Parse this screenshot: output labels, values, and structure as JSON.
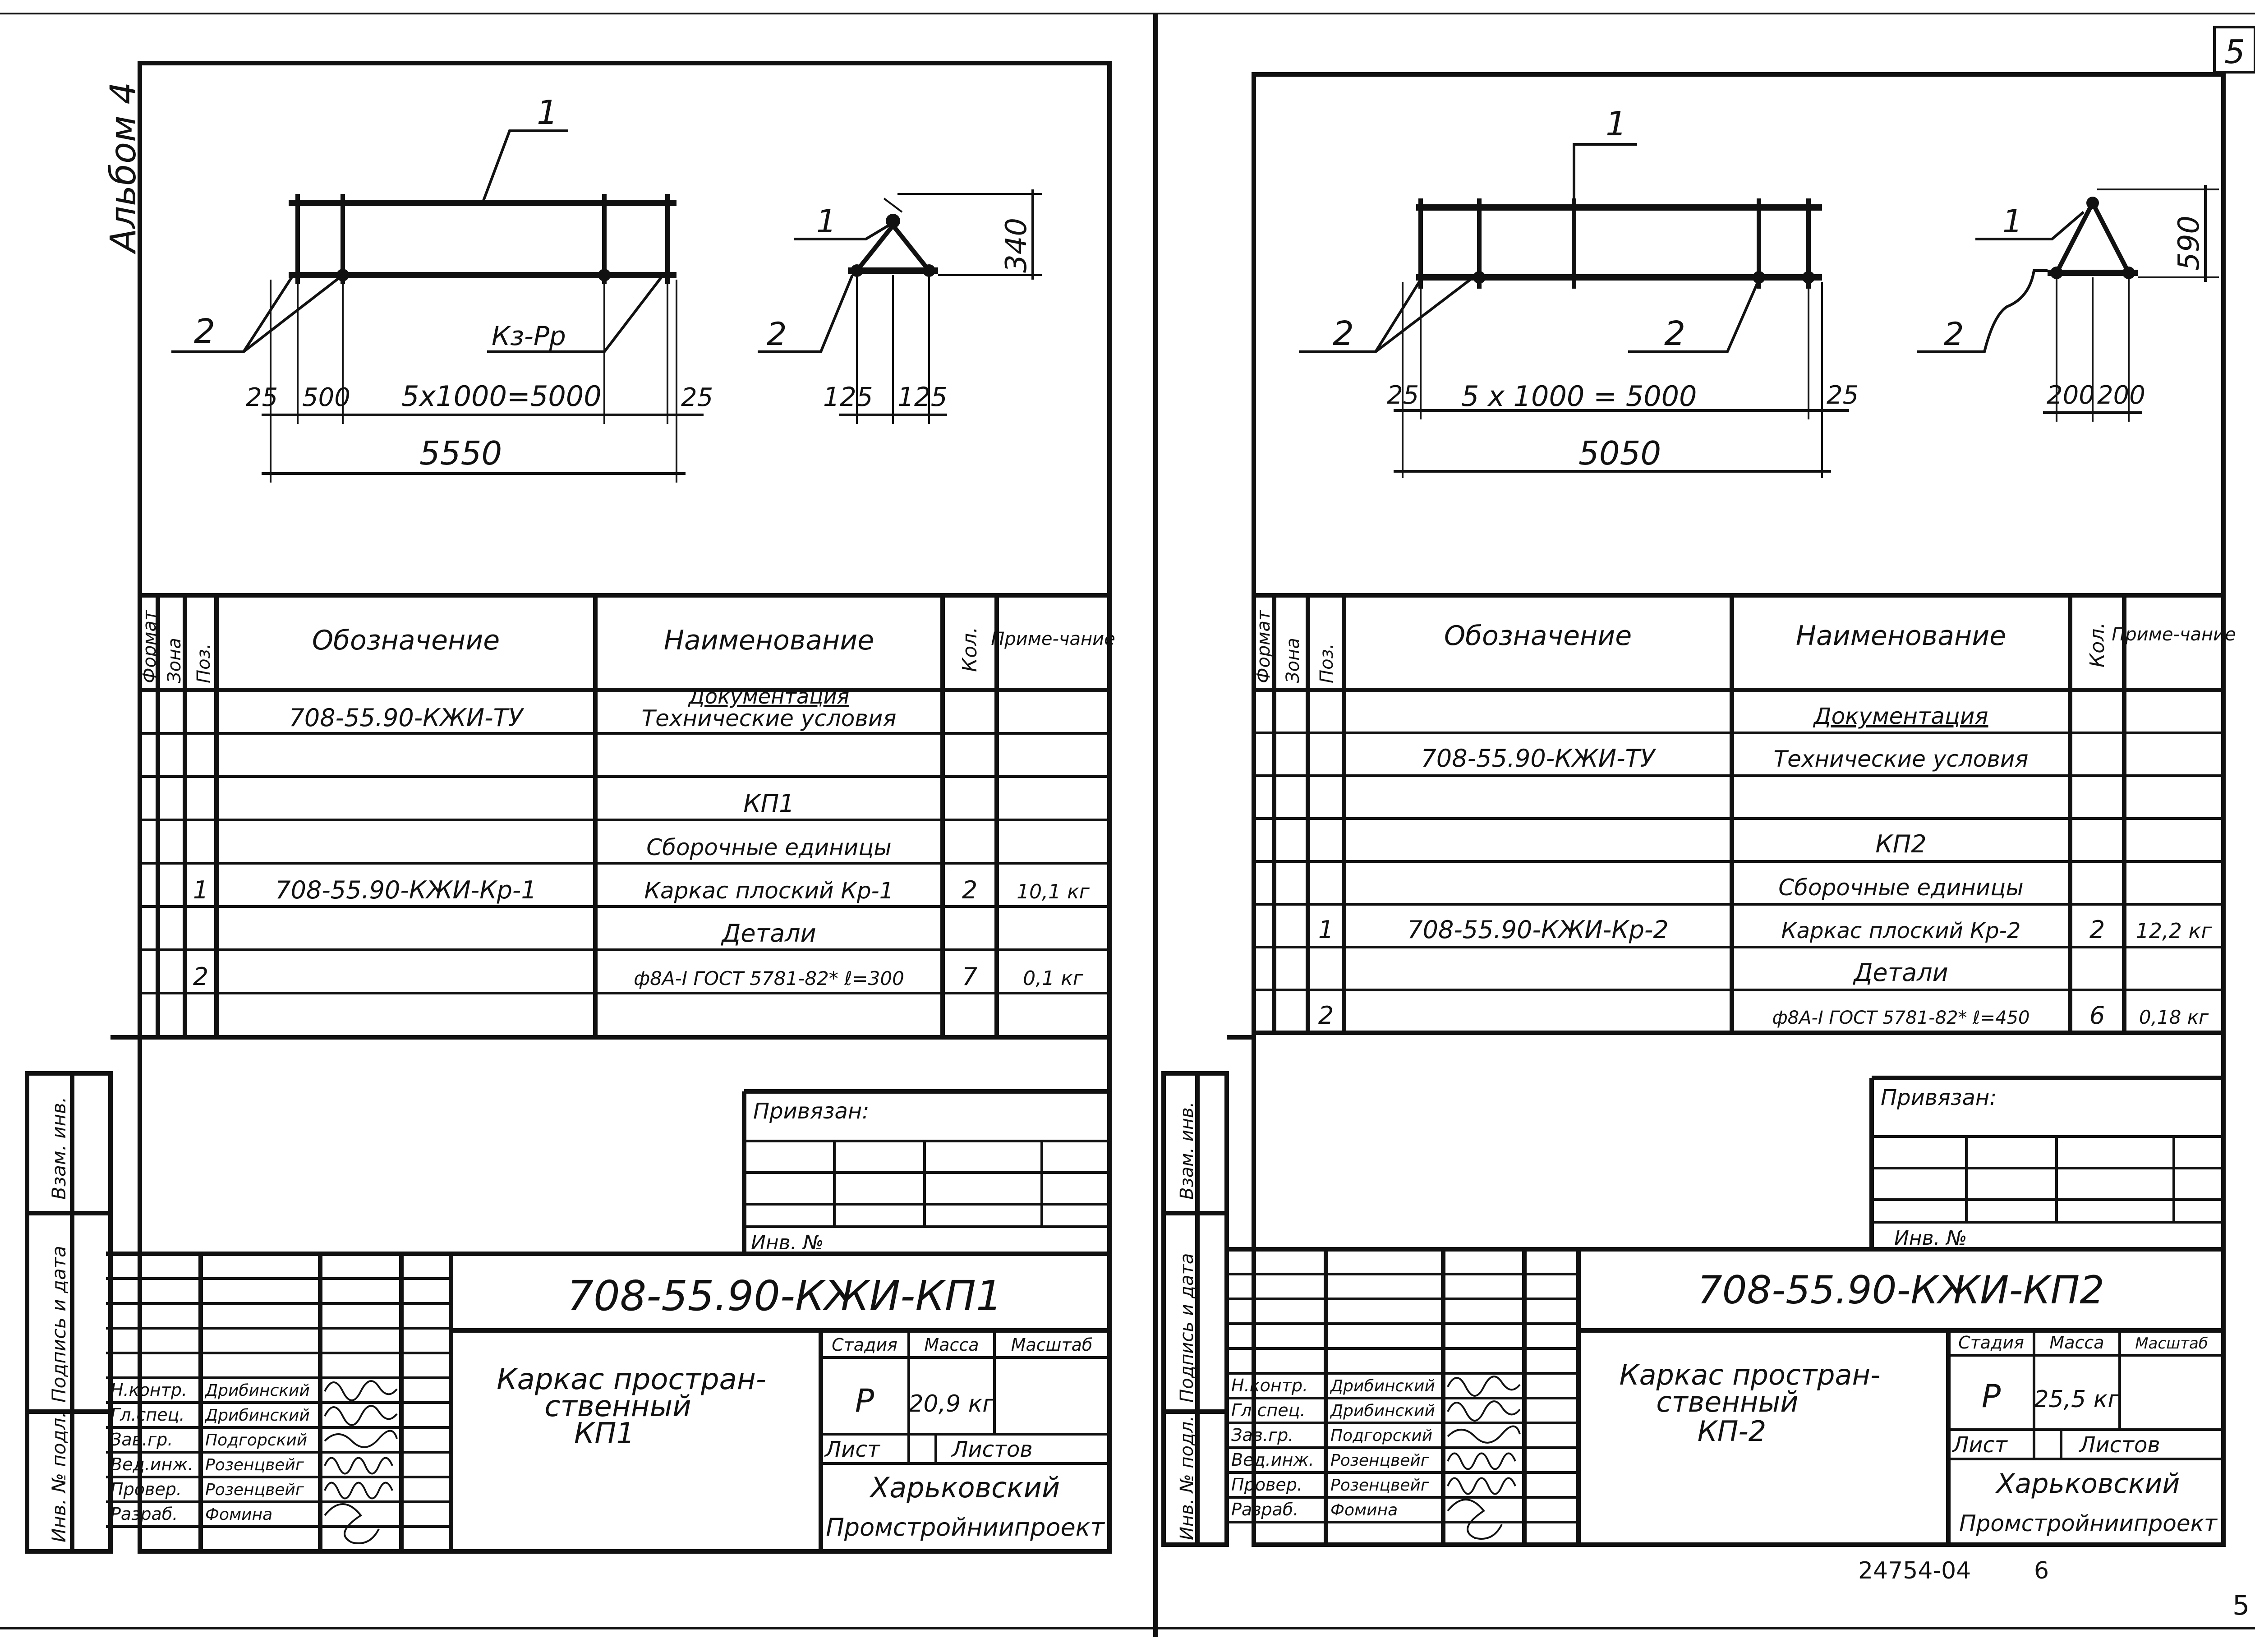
{
  "page_number": "5",
  "album_label": "Альбом 4",
  "bottom_code": "24754-04",
  "bottom_sheet": "6",
  "left": {
    "drawing": {
      "pos1": "1",
      "pos2": "2",
      "weld_mark": "Кз-Рр",
      "dim_25a": "25",
      "dim_500": "500",
      "dim_chain": "5x1000=5000",
      "dim_25b": "25",
      "dim_total": "5550",
      "sec_pos1": "1",
      "sec_pos2": "2",
      "dim_h": "340",
      "dim_w1": "125",
      "dim_w2": "125"
    },
    "spec": {
      "headers": {
        "format": "Формат",
        "zone": "Зона",
        "pos": "Поз.",
        "designation": "Обозначение",
        "name": "Наименование",
        "qty": "Кол.",
        "note": "Приме-чание"
      },
      "rows": [
        {
          "pos": "",
          "designation": "",
          "name": "Документация",
          "qty": "",
          "note": ""
        },
        {
          "pos": "",
          "designation": "708-55.90-КЖИ-ТУ",
          "name": "Технические условия",
          "qty": "",
          "note": ""
        },
        {
          "pos": "",
          "designation": "",
          "name": "",
          "qty": "",
          "note": ""
        },
        {
          "pos": "",
          "designation": "",
          "name": "КП1",
          "qty": "",
          "note": ""
        },
        {
          "pos": "",
          "designation": "",
          "name": "Сборочные единицы",
          "qty": "",
          "note": ""
        },
        {
          "pos": "1",
          "designation": "708-55.90-КЖИ-Кр-1",
          "name": "Каркас плоский Кр-1",
          "qty": "2",
          "note": "10,1 кг"
        },
        {
          "pos": "",
          "designation": "",
          "name": "Детали",
          "qty": "",
          "note": ""
        },
        {
          "pos": "2",
          "designation": "",
          "name": "ф8А-I ГОСТ 5781-82* ℓ=300",
          "qty": "7",
          "note": "0,1 кг"
        }
      ]
    },
    "side_labels": {
      "replace_inv": "Взам. инв.",
      "signature_date": "Подпись и дата",
      "inv_orig": "Инв. № подл."
    },
    "privyazan": {
      "title": "Привязан:",
      "inv": "Инв. №"
    },
    "title_block": {
      "doc_code": "708-55.90-КЖИ-КП1",
      "object_name_1": "Каркас простран-",
      "object_name_2": "ственный",
      "object_name_3": "КП1",
      "roles": [
        {
          "role": "Н.контр.",
          "name": "Дрибинский"
        },
        {
          "role": "Гл.спец.",
          "name": "Дрибинский"
        },
        {
          "role": "Зав.гр.",
          "name": "Подгорский"
        },
        {
          "role": "Вед.инж.",
          "name": "Розенцвейг"
        },
        {
          "role": "Провер.",
          "name": "Розенцвейг"
        },
        {
          "role": "Разраб.",
          "name": "Фомина"
        }
      ],
      "stage_h": "Стадия",
      "mass_h": "Масса",
      "scale_h": "Масштаб",
      "stage": "Р",
      "mass": "20,9 кг",
      "scale": "",
      "sheet_h": "Лист",
      "sheets_h": "Листов",
      "org_1": "Харьковский",
      "org_2": "Промстройниипроект"
    }
  },
  "right": {
    "drawing": {
      "pos1": "1",
      "pos2": "2",
      "pos2b": "2",
      "dim_25a": "25",
      "dim_chain": "5 x 1000 = 5000",
      "dim_25b": "25",
      "dim_total": "5050",
      "sec_pos1": "1",
      "sec_pos2": "2",
      "dim_h": "590",
      "dim_w1": "200",
      "dim_w2": "200"
    },
    "spec": {
      "headers": {
        "format": "Формат",
        "zone": "Зона",
        "pos": "Поз.",
        "designation": "Обозначение",
        "name": "Наименование",
        "qty": "Кол.",
        "note": "Приме-чание"
      },
      "rows": [
        {
          "pos": "",
          "designation": "",
          "name": "Документация",
          "qty": "",
          "note": ""
        },
        {
          "pos": "",
          "designation": "708-55.90-КЖИ-ТУ",
          "name": "Технические условия",
          "qty": "",
          "note": ""
        },
        {
          "pos": "",
          "designation": "",
          "name": "",
          "qty": "",
          "note": ""
        },
        {
          "pos": "",
          "designation": "",
          "name": "КП2",
          "qty": "",
          "note": ""
        },
        {
          "pos": "",
          "designation": "",
          "name": "Сборочные единицы",
          "qty": "",
          "note": ""
        },
        {
          "pos": "1",
          "designation": "708-55.90-КЖИ-Кр-2",
          "name": "Каркас плоский Кр-2",
          "qty": "2",
          "note": "12,2 кг"
        },
        {
          "pos": "",
          "designation": "",
          "name": "Детали",
          "qty": "",
          "note": ""
        },
        {
          "pos": "2",
          "designation": "",
          "name": "ф8А-I ГОСТ 5781-82* ℓ=450",
          "qty": "6",
          "note": "0,18 кг"
        }
      ]
    },
    "side_labels": {
      "replace_inv": "Взам. инв.",
      "signature_date": "Подпись и дата",
      "inv_orig": "Инв. № подл."
    },
    "privyazan": {
      "title": "Привязан:",
      "inv": "Инв. №"
    },
    "title_block": {
      "doc_code": "708-55.90-КЖИ-КП2",
      "object_name_1": "Каркас простран-",
      "object_name_2": "ственный",
      "object_name_3": "КП-2",
      "roles": [
        {
          "role": "Н.контр.",
          "name": "Дрибинский"
        },
        {
          "role": "Гл.спец.",
          "name": "Дрибинский"
        },
        {
          "role": "Зав.гр.",
          "name": "Подгорский"
        },
        {
          "role": "Вед.инж.",
          "name": "Розенцвейг"
        },
        {
          "role": "Провер.",
          "name": "Розенцвейг"
        },
        {
          "role": "Разраб.",
          "name": "Фомина"
        }
      ],
      "stage_h": "Стадия",
      "mass_h": "Масса",
      "scale_h": "Масштаб",
      "stage": "Р",
      "mass": "25,5 кг",
      "scale": "",
      "sheet_h": "Лист",
      "sheets_h": "Листов",
      "org_1": "Харьковский",
      "org_2": "Промстройниипроект"
    }
  }
}
